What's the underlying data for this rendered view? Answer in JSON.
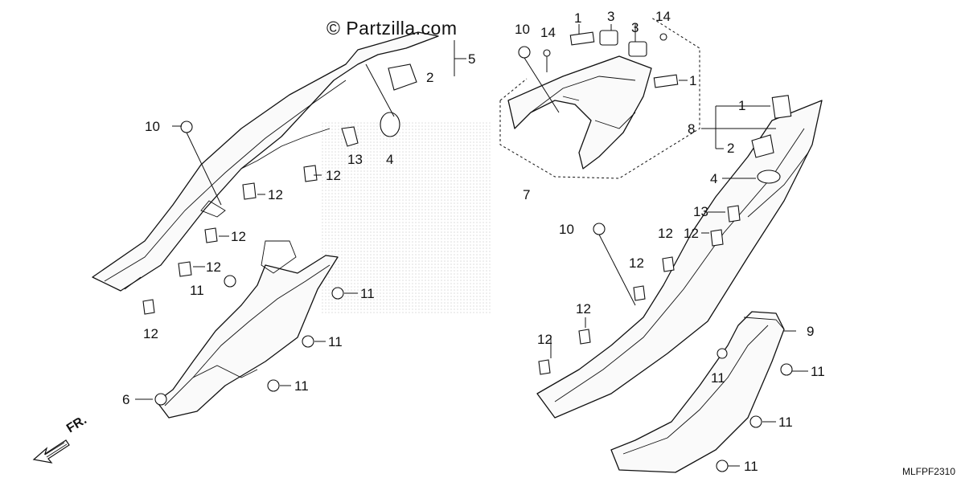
{
  "watermark": "© Partzilla.com",
  "diagram_code": "MLFPF2310",
  "direction_label": "FR.",
  "icons": {
    "front_arrow": "front-direction-arrow-icon"
  },
  "callouts": [
    "10",
    "14",
    "1",
    "3",
    "3",
    "14",
    "5",
    "2",
    "1",
    "1",
    "8",
    "2",
    "4",
    "7",
    "10",
    "13",
    "4",
    "12",
    "12",
    "13",
    "12",
    "12",
    "12",
    "11",
    "11",
    "12",
    "11",
    "11",
    "6",
    "10",
    "12",
    "12",
    "12",
    "12",
    "9",
    "11",
    "11",
    "11",
    "11"
  ]
}
